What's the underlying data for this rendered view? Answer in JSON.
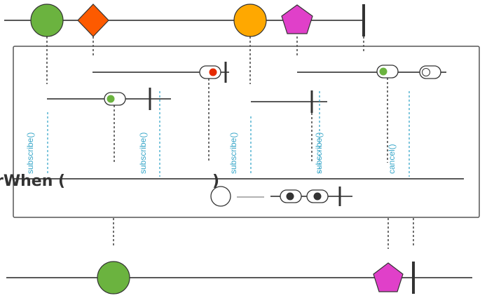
{
  "operator": {
    "name_prefix": "rWhen (",
    "name_suffix": ")"
  },
  "labels": {
    "subscribe": "subscribe()",
    "cancel": "cancel()"
  },
  "colors": {
    "green": "#6bb33f",
    "orange_red": "#fd5a00",
    "amber": "#ffa800",
    "magenta": "#e040c9",
    "red": "#e52a00",
    "line": "#222222",
    "dash_black": "#222222",
    "dash_blue": "#3aa7c9",
    "box_border": "#555555",
    "shape_stroke": "#333333"
  },
  "items": {
    "source_top": [
      "green-circle",
      "orange-diamond",
      "amber-circle",
      "magenta-pentagon",
      "completion-bar"
    ],
    "output_bottom": [
      "green-circle",
      "magenta-pentagon",
      "completion-bar"
    ]
  }
}
